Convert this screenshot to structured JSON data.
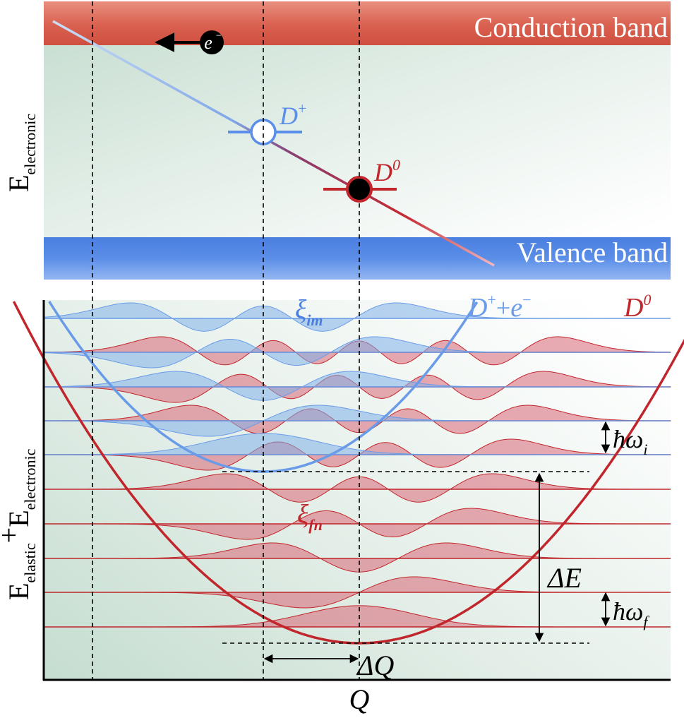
{
  "bands": {
    "conduction": "Conduction band",
    "valence": "Valence band"
  },
  "electron": {
    "label": "e",
    "charge": "−"
  },
  "defects": {
    "d_plus": {
      "base": "D",
      "sup": "+"
    },
    "d_zero": {
      "base": "D",
      "sup": "0"
    }
  },
  "axes": {
    "top_y": {
      "base": "E",
      "sub": "electronic"
    },
    "bottom_y": {
      "e1": "E",
      "sub1": "elastic",
      "plus": "+",
      "e2": "E",
      "sub2": "electronic"
    },
    "x": "Q"
  },
  "curves": {
    "initial": {
      "base": "D",
      "sup1": "+",
      "plus": "+",
      "e": "e",
      "sup2": "−"
    },
    "final": {
      "base": "D",
      "sup": "0"
    }
  },
  "wavefunctions": {
    "initial": {
      "sym": "ξ",
      "sub": "im"
    },
    "final": {
      "sym": "ξ",
      "sub": "fn"
    }
  },
  "annotations": {
    "hw_i": {
      "hbar": "ħ",
      "omega": "ω",
      "sub": "i"
    },
    "hw_f": {
      "hbar": "ħ",
      "omega": "ω",
      "sub": "f"
    },
    "delta_e": "ΔE",
    "delta_q": "ΔQ"
  },
  "colors": {
    "conduction": "#d9604f",
    "valence": "#5b8ee8",
    "initial": "#6a9be8",
    "final": "#c0262b",
    "final_fill": "#d96677",
    "initial_fill": "#7fb0ea",
    "background_tint": "#cfe3d8"
  }
}
